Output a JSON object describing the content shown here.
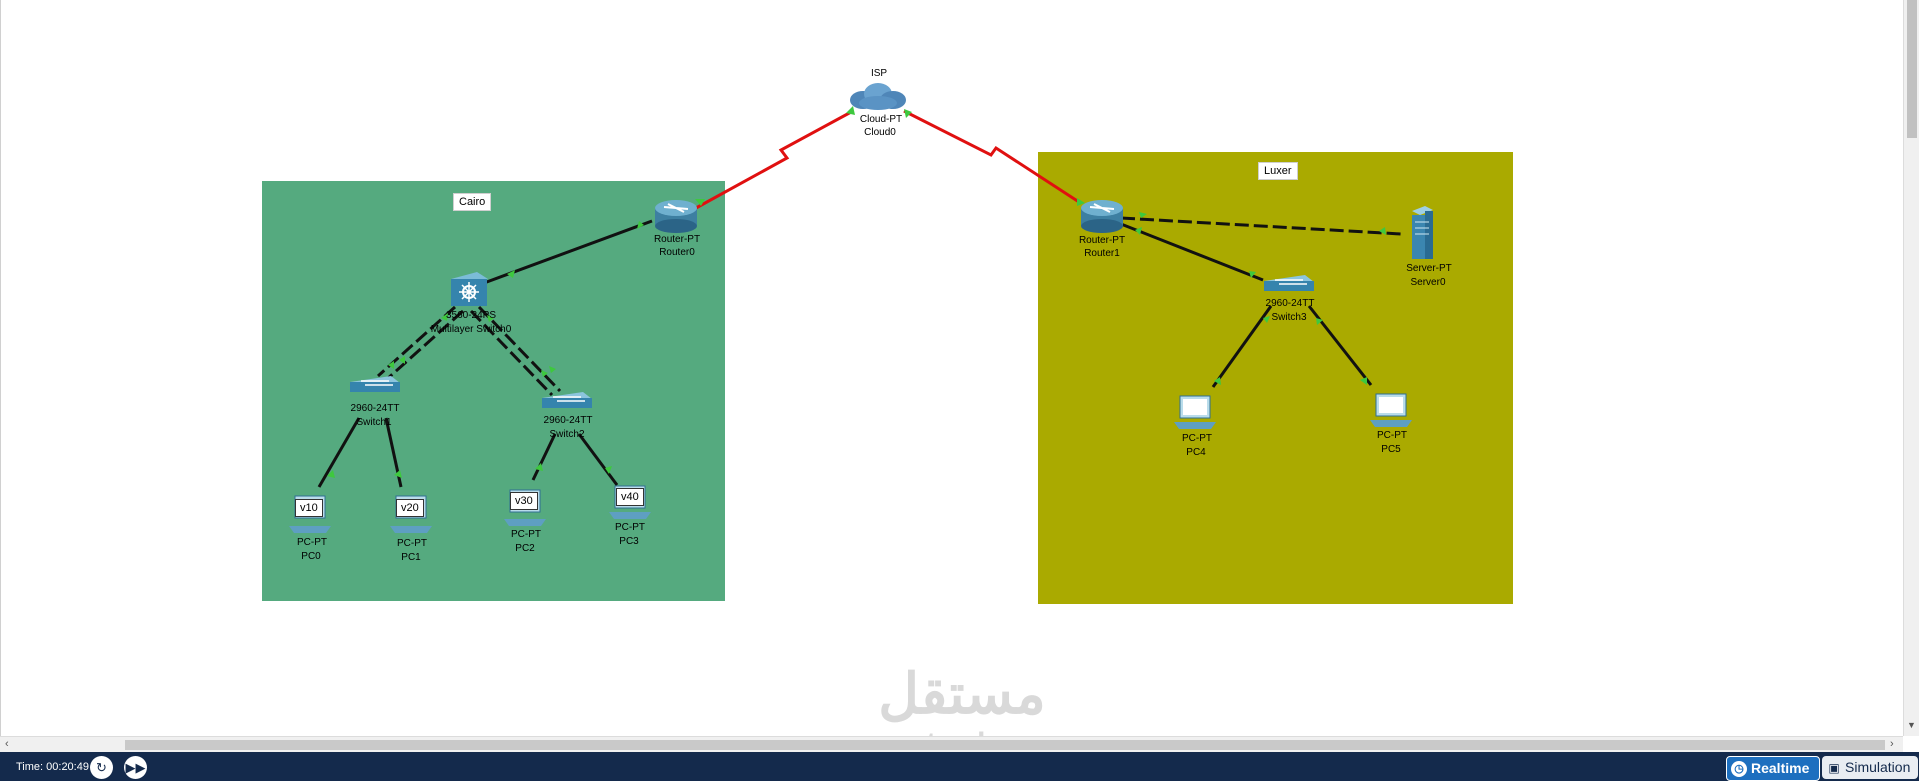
{
  "areas": {
    "cairo": {
      "label": "Cairo",
      "color": "#55aa7f"
    },
    "luxer": {
      "label": "Luxer",
      "color": "#aaaa00"
    }
  },
  "devices": {
    "isp": {
      "title": "ISP",
      "type": "Cloud-PT",
      "name": "Cloud0"
    },
    "router0": {
      "type": "Router-PT",
      "name": "Router0"
    },
    "mlswitch0": {
      "type": "3560-24PS",
      "name": "Multilayer Switch0"
    },
    "switch1": {
      "type": "2960-24TT",
      "name": "Switch1"
    },
    "switch2": {
      "type": "2960-24TT",
      "name": "Switch2"
    },
    "pc0": {
      "type": "PC-PT",
      "name": "PC0",
      "vlan": "v10"
    },
    "pc1": {
      "type": "PC-PT",
      "name": "PC1",
      "vlan": "v20"
    },
    "pc2": {
      "type": "PC-PT",
      "name": "PC2",
      "vlan": "v30"
    },
    "pc3": {
      "type": "PC-PT",
      "name": "PC3",
      "vlan": "v40"
    },
    "router1": {
      "type": "Router-PT",
      "name": "Router1"
    },
    "server0": {
      "type": "Server-PT",
      "name": "Server0"
    },
    "switch3": {
      "type": "2960-24TT",
      "name": "Switch3"
    },
    "pc4": {
      "type": "PC-PT",
      "name": "PC4"
    },
    "pc5": {
      "type": "PC-PT",
      "name": "PC5"
    }
  },
  "links": {
    "serial_color": "#e01010",
    "copper_color": "#111111",
    "port_up_color": "#3ec83e"
  },
  "statusbar": {
    "time_label": "Time: 00:20:49",
    "reset_icon": "reset-clock-icon",
    "fastforward_icon": "fast-forward-icon",
    "realtime_label": "Realtime",
    "simulation_label": "Simulation"
  },
  "watermark": {
    "text": "مستقل",
    "sub": "mostaql.com"
  }
}
